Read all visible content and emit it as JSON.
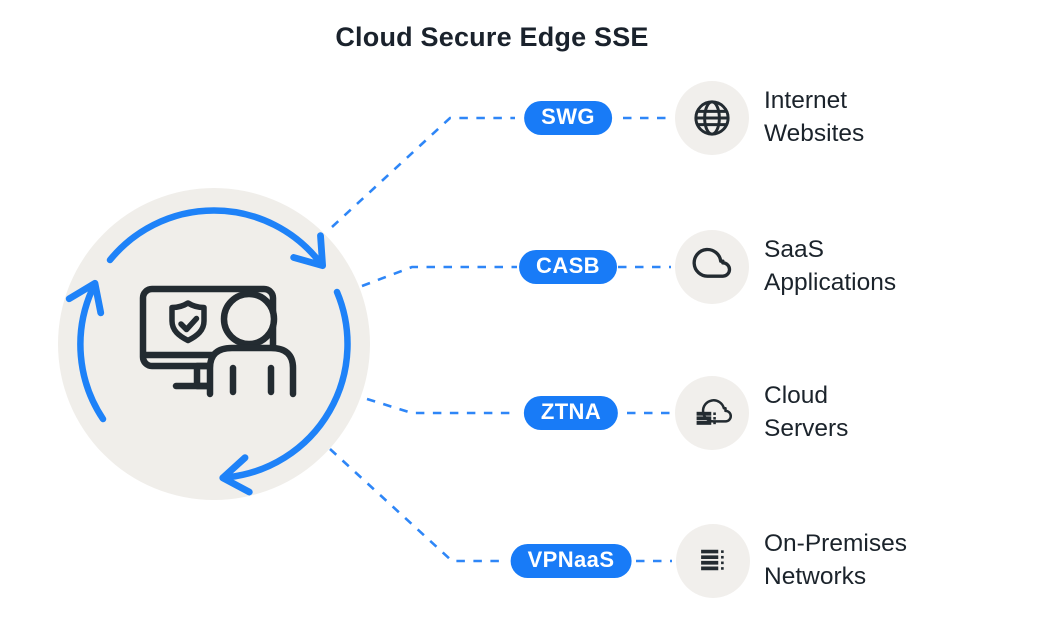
{
  "title": "Cloud Secure Edge SSE",
  "colors": {
    "accent_blue": "#187BF7",
    "dash_blue": "#2E86F7",
    "center_circle_bg": "#F0EEEA",
    "icon_circle_bg": "#F1EFEC",
    "icon_stroke": "#232B31",
    "text_dark": "#1B232B"
  },
  "center": {
    "icon": "user-at-secure-computer-icon",
    "description": "cycle arrows around a monitor with shield and user"
  },
  "rows": [
    {
      "service": "SWG",
      "icon": "globe-icon",
      "label": {
        "line1": "Internet",
        "line2": "Websites"
      }
    },
    {
      "service": "CASB",
      "icon": "cloud-icon",
      "label": {
        "line1": "SaaS",
        "line2": "Applications"
      }
    },
    {
      "service": "ZTNA",
      "icon": "cloud-server-icon",
      "label": {
        "line1": "Cloud",
        "line2": "Servers"
      }
    },
    {
      "service": "VPNaaS",
      "icon": "list-lines-icon",
      "label": {
        "line1": "On-Premises",
        "line2": "Networks"
      }
    }
  ]
}
